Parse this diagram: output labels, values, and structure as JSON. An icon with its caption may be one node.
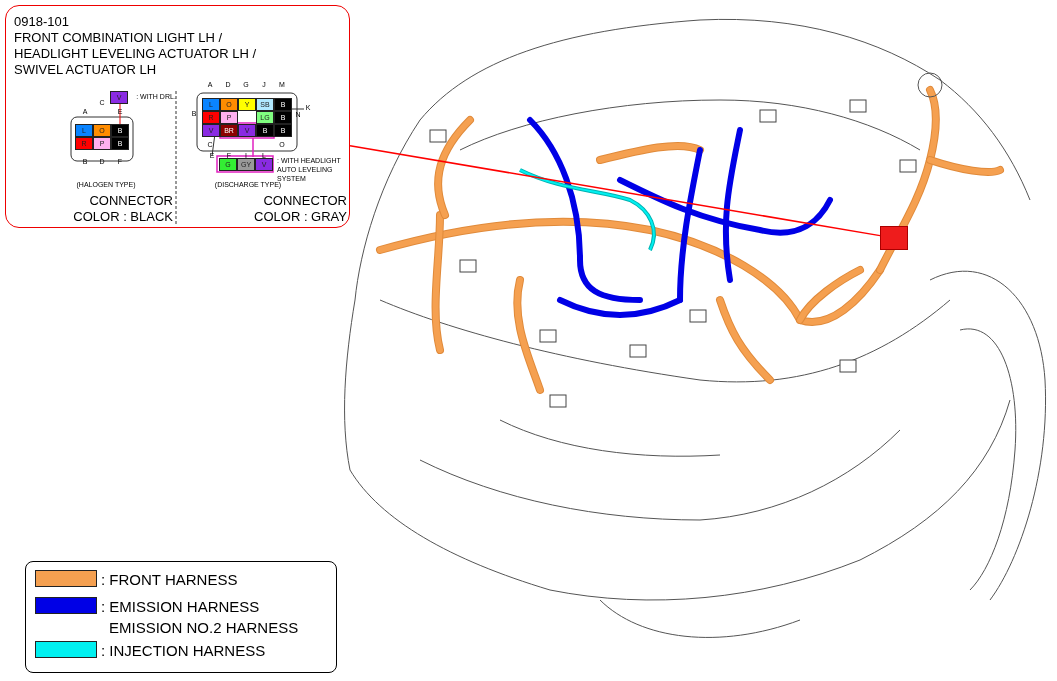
{
  "diagram": {
    "nodes": [
      {
        "text": [
          "0918-101",
          "FRONT COMBINATION LIGHT LH / HEADLIGHT LEVELING ACTUATOR LH / SWIVEL ACTUATOR LH"
        ]
      },
      {
        "text": [],
        "shape": "box"
      }
    ],
    "edges": [
      {
        "from": 0,
        "to": 1,
        "arrow": "none",
        "color": "#ff0000"
      }
    ],
    "labels": [
      "V",
      ": WITH DRL.",
      "C",
      "A",
      "E",
      "L",
      "O",
      "B",
      "R",
      "P",
      "B",
      "B",
      "D",
      "F",
      "(HALOGEN TYPE)",
      "CONNECTOR COLOR : BLACK",
      "A",
      "D",
      "G",
      "J",
      "M",
      "L",
      "O",
      "Y",
      "SB",
      "B",
      "K",
      "B",
      "R",
      "P",
      "LG",
      "B",
      "N",
      "C",
      "V",
      "BR",
      "V",
      "B",
      "B",
      "E",
      "F",
      "I",
      "L",
      "O",
      "G",
      "GY",
      "V",
      ": WITH HEADLIGHT AUTO LEVELING SYSTEM",
      "(DISCHARGE TYPE)",
      "CONNECTOR COLOR : GRAY"
    ],
    "legend": [
      {
        "text": ": FRONT HARNESS",
        "color": "#f5a050"
      },
      {
        "text": ": EMISSION HARNESS EMISSION NO.2 HARNESS",
        "color": "#0000e6"
      },
      {
        "text": ": INJECTION HARNESS",
        "color": "#00f0f0"
      }
    ]
  }
}
